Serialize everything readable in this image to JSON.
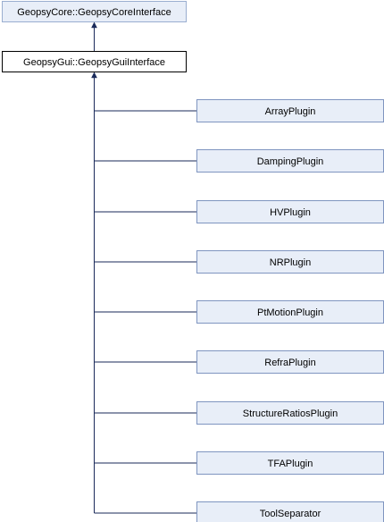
{
  "diagram": {
    "top_class": {
      "label": "GeopsyCore::GeopsyCoreInterface",
      "style": "external"
    },
    "main_class": {
      "label": "GeopsyGui::GeopsyGuiInterface",
      "style": "current"
    },
    "subclasses": [
      {
        "label": "ArrayPlugin"
      },
      {
        "label": "DampingPlugin"
      },
      {
        "label": "HVPlugin"
      },
      {
        "label": "NRPlugin"
      },
      {
        "label": "PtMotionPlugin"
      },
      {
        "label": "RefraPlugin"
      },
      {
        "label": "StructureRatiosPlugin"
      },
      {
        "label": "TFAPlugin"
      },
      {
        "label": "ToolSeparator"
      }
    ],
    "colors": {
      "external_fill": "#e8eef8",
      "external_border": "#9aaed0",
      "current_fill": "#ffffff",
      "current_border": "#000000",
      "node_fill": "#e8eef8",
      "node_border": "#7f95c0",
      "edge": "#1a2a5a"
    }
  }
}
